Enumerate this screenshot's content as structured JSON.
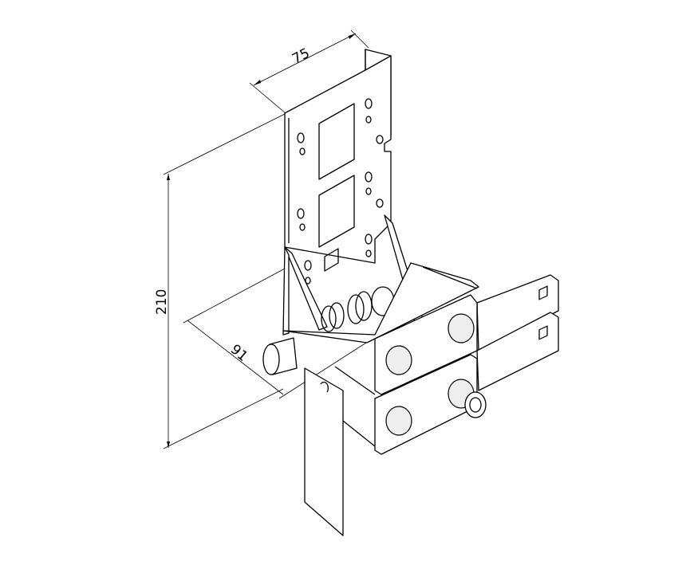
{
  "drawing": {
    "subject": "bracket",
    "dimensions": {
      "width": "75",
      "height": "210",
      "depth": "91"
    },
    "line_color": "#000000",
    "background": "#ffffff"
  }
}
